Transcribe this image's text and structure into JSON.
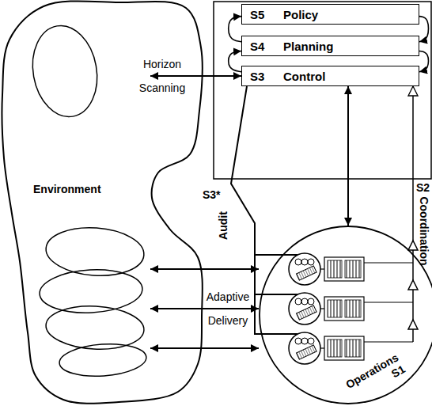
{
  "diagram": {
    "nodes": [
      {
        "text": [
          "Environment"
        ]
      },
      {
        "text": [
          "S5",
          "Policy"
        ]
      },
      {
        "text": [
          "S4",
          "Planning"
        ]
      },
      {
        "text": [
          "S3",
          "Control"
        ]
      },
      {
        "text": [
          "Operations S1"
        ]
      }
    ],
    "edges": [
      {
        "from": 0,
        "to": 3,
        "arrow": "both",
        "label": "Horizon Scanning"
      },
      {
        "from": 0,
        "to": 4,
        "arrow": "both"
      },
      {
        "from": 0,
        "to": 4,
        "arrow": "both",
        "label": "Adaptive Delivery"
      },
      {
        "from": 0,
        "to": 4,
        "arrow": "both"
      },
      {
        "from": 2,
        "to": 1,
        "arrow": "to"
      },
      {
        "from": 1,
        "to": 2,
        "arrow": "to"
      },
      {
        "from": 3,
        "to": 2,
        "arrow": "to"
      },
      {
        "from": 2,
        "to": 3,
        "arrow": "to"
      },
      {
        "from": 3,
        "to": 4,
        "arrow": "both"
      },
      {
        "from": 3,
        "to": 4,
        "arrow": "none"
      },
      {
        "from": 4,
        "to": 3,
        "arrow": "to"
      }
    ],
    "labels": [
      "S3*",
      "Audit",
      "S2",
      "Coordination"
    ]
  }
}
